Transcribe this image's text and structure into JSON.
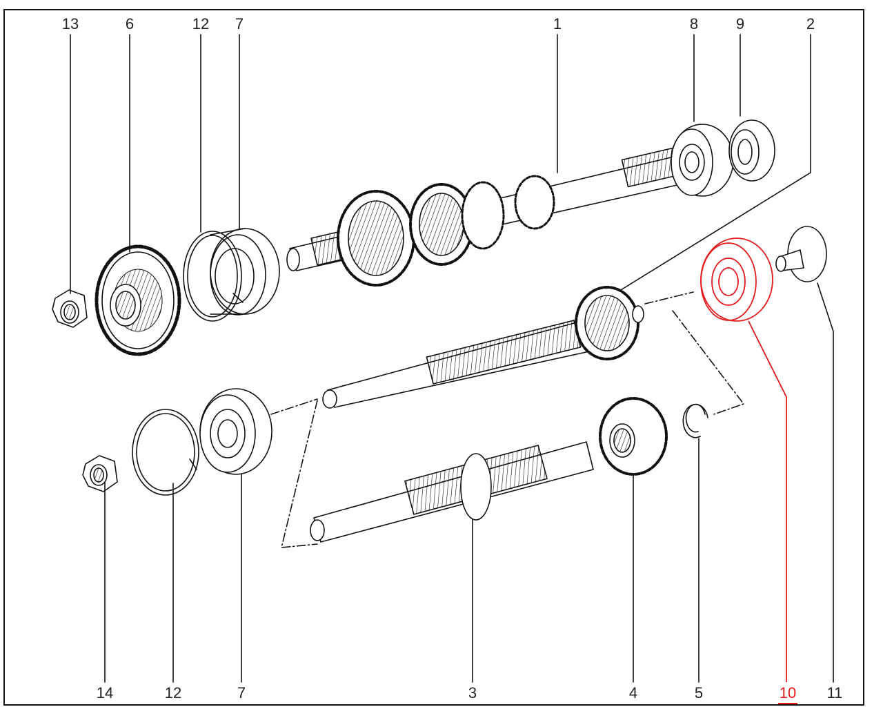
{
  "figure": {
    "top_labels": [
      "13",
      "6",
      "12",
      "7",
      "1",
      "8",
      "9",
      "2"
    ],
    "bottom_labels": [
      "14",
      "12",
      "7",
      "3",
      "4",
      "5",
      "10",
      "11"
    ],
    "highlighted_part": "10",
    "highlight_color": "#e41a1a",
    "line_color": "#111111"
  }
}
